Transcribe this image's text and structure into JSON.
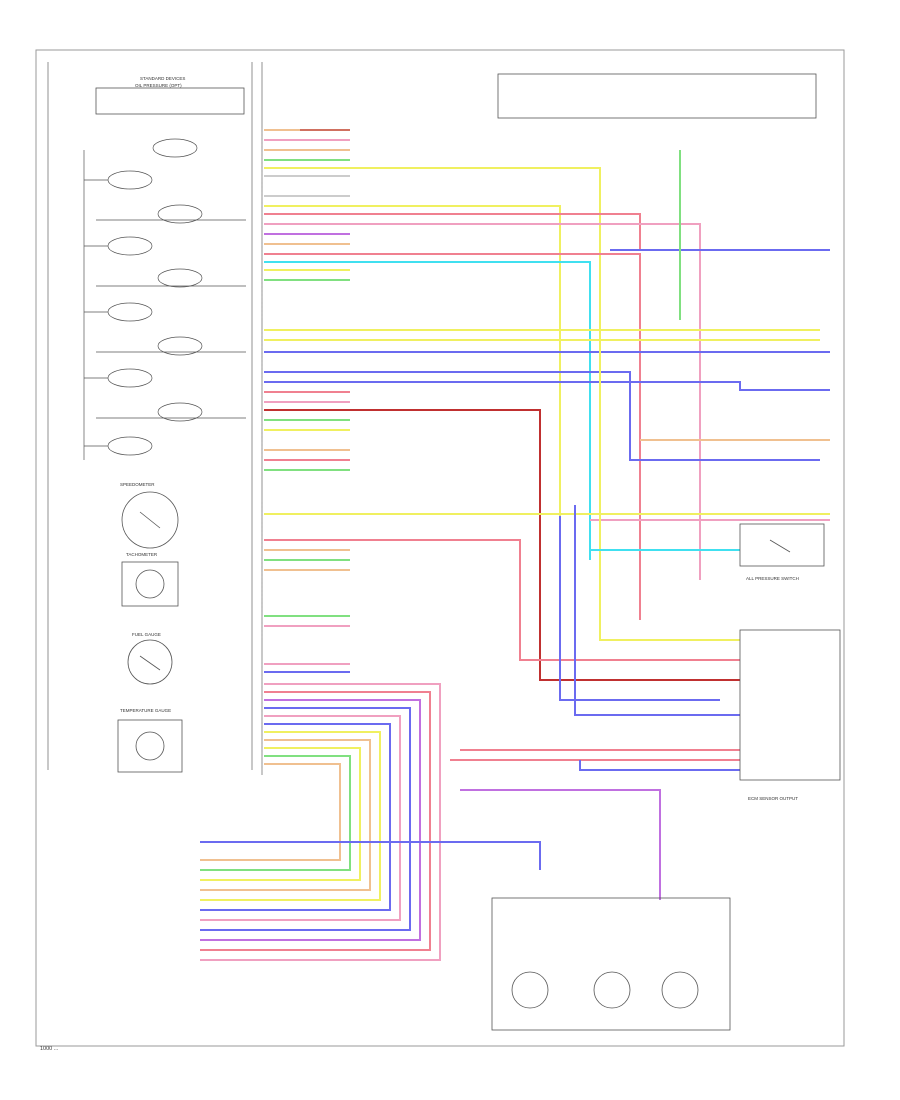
{
  "diagram": {
    "page_code": "1000 ...",
    "top_left_box": {
      "line1": "STANDARD DEVICES",
      "line2": "OIL PRESSURE (OPT)"
    },
    "gauges": [
      "SPEEDOMETER",
      "TACHOMETER",
      "FUEL GAUGE",
      "TEMPERATURE GAUGE"
    ],
    "right_connector_title": "ALL PRESSURE SWITCH",
    "bottom_right_note": "ECM SENSOR OUTPUT",
    "colors": {
      "red": "#f08090",
      "pink": "#f0a0c0",
      "blue": "#6b6bf0",
      "cyan": "#40e0f0",
      "yellow": "#f0f060",
      "green": "#80e080",
      "orange": "#f0c090",
      "purple": "#c070e0",
      "brown": "#d07060",
      "darkred": "#c03030"
    }
  }
}
